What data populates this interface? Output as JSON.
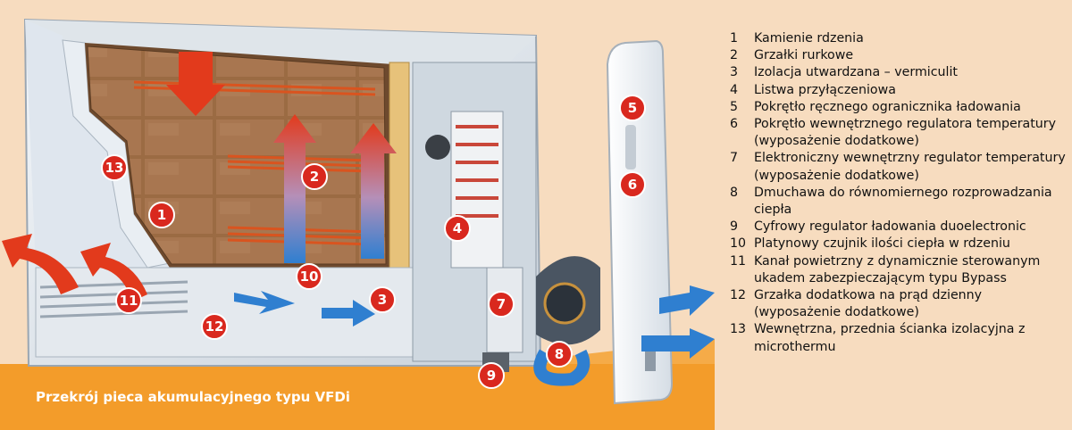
{
  "caption": "Przekrój pieca akumulacyjnego typu VFDi",
  "legend": [
    {
      "num": "1",
      "text": "Kamienie rdzenia"
    },
    {
      "num": "2",
      "text": "Grzałki rurkowe"
    },
    {
      "num": "3",
      "text": "Izolacja utwardzana – vermiculit"
    },
    {
      "num": "4",
      "text": "Listwa przyłączeniowa"
    },
    {
      "num": "5",
      "text": "Pokrętło ręcznego ogranicznika ładowania"
    },
    {
      "num": "6",
      "text": "Pokrętło wewnętrznego regulatora temperatury (wyposażenie dodatkowe)"
    },
    {
      "num": "7",
      "text": "Elektroniczny wewnętrzny regulator temperatury (wyposażenie dodatkowe)"
    },
    {
      "num": "8",
      "text": "Dmuchawa do równomiernego rozprowadzania ciepła"
    },
    {
      "num": "9",
      "text": "Cyfrowy regulator ładowania duoelectronic"
    },
    {
      "num": "10",
      "text": "Platynowy czujnik ilości ciepła w rdzeniu"
    },
    {
      "num": "11",
      "text": "Kanał powietrzny z dynamicznie sterowanym ukadem zabezpieczającym typu Bypass"
    },
    {
      "num": "12",
      "text": "Grzałka dodatkowa na prąd dzienny (wyposażenie dodatkowe)"
    },
    {
      "num": "13",
      "text": "Wewnętrzna, przednia ścianka izolacyjna z microthermu"
    }
  ],
  "markers": [
    "1",
    "2",
    "3",
    "4",
    "5",
    "6",
    "7",
    "8",
    "9",
    "10",
    "11",
    "12",
    "13"
  ],
  "colors": {
    "background": "#f7dcbf",
    "floor": "#f39c2a",
    "marker": "#d9281e",
    "hot_arrow": "#e23a1c",
    "cold_arrow": "#2f7fd0",
    "brick": "#9b6b43",
    "casing": "#e8edf2"
  }
}
